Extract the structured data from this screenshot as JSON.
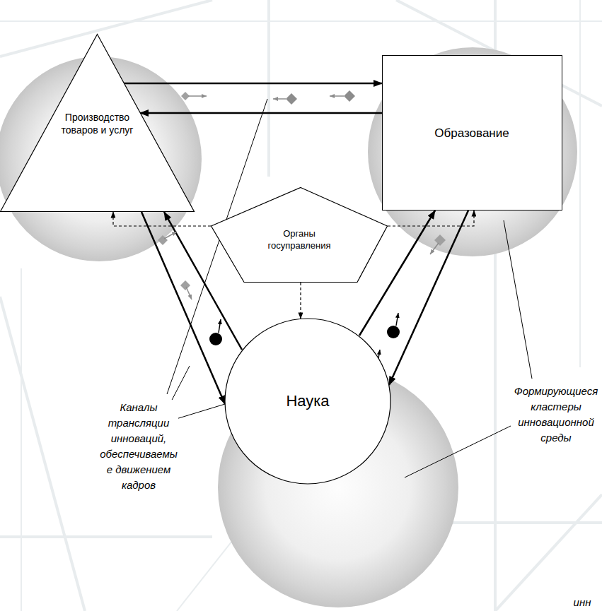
{
  "diagram": {
    "nodes": [
      {
        "text": [
          "Производство товаров и услуг"
        ]
      },
      {
        "text": [
          "Образование"
        ]
      },
      {
        "text": [
          "Органы госуправления"
        ]
      },
      {
        "text": [
          "Наука"
        ]
      }
    ],
    "edges": [
      {
        "from": 0,
        "to": 1,
        "arrow": "to"
      },
      {
        "from": 1,
        "to": 0,
        "arrow": "to"
      },
      {
        "from": 0,
        "to": 3,
        "arrow": "to"
      },
      {
        "from": 3,
        "to": 0,
        "arrow": "to"
      },
      {
        "from": 3,
        "to": 1,
        "arrow": "to"
      },
      {
        "from": 1,
        "to": 3,
        "arrow": "to"
      },
      {
        "from": 2,
        "to": 0,
        "arrow": "to"
      },
      {
        "from": 2,
        "to": 1,
        "arrow": "to"
      },
      {
        "from": 2,
        "to": 3,
        "arrow": "to"
      }
    ],
    "labels": [
      "Каналы трансляции инноваций, обеспечиваемы е движением кадров",
      "Формирующиеся кластеры инновационной среды",
      "инн"
    ]
  }
}
